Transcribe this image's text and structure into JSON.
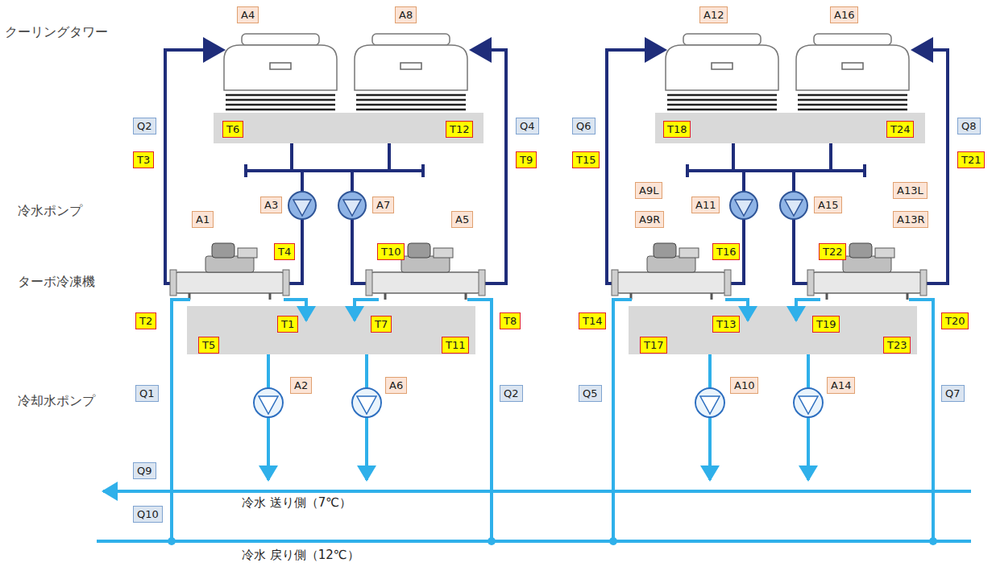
{
  "diagram": {
    "nodes": [
      {
        "text": [
          "A4"
        ]
      },
      {
        "text": [
          "A8"
        ]
      },
      {
        "text": [
          "A12"
        ]
      },
      {
        "text": [
          "A16"
        ]
      },
      {
        "text": [
          "Q2"
        ]
      },
      {
        "text": [
          "T6"
        ]
      },
      {
        "text": [
          "T12"
        ]
      },
      {
        "text": [
          "Q4"
        ]
      },
      {
        "text": [
          "Q6"
        ]
      },
      {
        "text": [
          "T18"
        ]
      },
      {
        "text": [
          "T24"
        ]
      },
      {
        "text": [
          "Q8"
        ]
      },
      {
        "text": [
          "T3"
        ]
      },
      {
        "text": [
          "T9"
        ]
      },
      {
        "text": [
          "T15"
        ]
      },
      {
        "text": [
          "T21"
        ]
      },
      {
        "text": [
          "A9L"
        ]
      },
      {
        "text": [
          "A13L"
        ]
      },
      {
        "text": [
          "A3"
        ]
      },
      {
        "text": [
          "A7"
        ]
      },
      {
        "text": [
          "A11"
        ]
      },
      {
        "text": [
          "A15"
        ]
      },
      {
        "text": [
          "A1"
        ]
      },
      {
        "text": [
          "A5"
        ]
      },
      {
        "text": [
          "A9R"
        ]
      },
      {
        "text": [
          "A13R"
        ]
      },
      {
        "text": [
          "T4"
        ]
      },
      {
        "text": [
          "T10"
        ]
      },
      {
        "text": [
          "T16"
        ]
      },
      {
        "text": [
          "T22"
        ]
      },
      {
        "text": [
          "T2"
        ]
      },
      {
        "text": [
          "T8"
        ]
      },
      {
        "text": [
          "T14"
        ]
      },
      {
        "text": [
          "T20"
        ]
      },
      {
        "text": [
          "T1"
        ]
      },
      {
        "text": [
          "T7"
        ]
      },
      {
        "text": [
          "T13"
        ]
      },
      {
        "text": [
          "T19"
        ]
      },
      {
        "text": [
          "T5"
        ]
      },
      {
        "text": [
          "T11"
        ]
      },
      {
        "text": [
          "T17"
        ]
      },
      {
        "text": [
          "T23"
        ]
      },
      {
        "text": [
          "A2"
        ]
      },
      {
        "text": [
          "A6"
        ]
      },
      {
        "text": [
          "A10"
        ]
      },
      {
        "text": [
          "A14"
        ]
      },
      {
        "text": [
          "Q1"
        ]
      },
      {
        "text": [
          "Q2"
        ]
      },
      {
        "text": [
          "Q5"
        ]
      },
      {
        "text": [
          "Q7"
        ]
      },
      {
        "text": [
          "Q9"
        ]
      },
      {
        "text": [
          "Q10"
        ]
      }
    ],
    "labels": [
      "クーリングタワー",
      "冷水ポンプ",
      "ターボ冷凍機",
      "冷却水ポンプ",
      "冷水 送り側（7℃）",
      "冷水 戻り側（12℃）"
    ]
  }
}
